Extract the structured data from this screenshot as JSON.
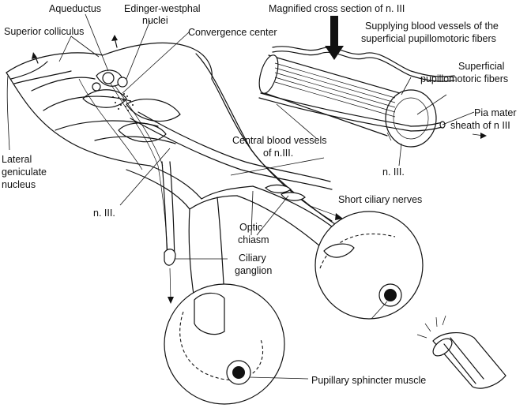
{
  "labels": {
    "aqueductus": "Aqueductus",
    "edinger_westphal_line1": "Edinger-westphal",
    "edinger_westphal_line2": "nuclei",
    "superior_colliculus": "Superior colliculus",
    "convergence_center": "Convergence center",
    "magnified_cross_section": "Magnified cross section of n. III",
    "supplying_vessels_line1": "Supplying blood vessels of the",
    "supplying_vessels_line2": "superficial pupillomotoric fibers",
    "superficial_fibers_line1": "Superficial",
    "superficial_fibers_line2": "pupillomotoric fibers",
    "pia_mater_line1": "Pia mater",
    "pia_mater_line2": "sheath of n III",
    "central_vessels_line1": "Central blood vessels",
    "central_vessels_line2": "of n.III.",
    "n3_right": "n. III.",
    "lateral_geniculate_line1": "Lateral",
    "lateral_geniculate_line2": "geniculate",
    "lateral_geniculate_line3": "nucleus",
    "n3_left": "n. III.",
    "short_ciliary_nerves": "Short ciliary nerves",
    "optic_chiasm_line1": "Optic",
    "optic_chiasm_line2": "chiasm",
    "ciliary_ganglion_line1": "Ciliary",
    "ciliary_ganglion_line2": "ganglion",
    "pupillary_sphincter": "Pupillary sphincter muscle"
  }
}
